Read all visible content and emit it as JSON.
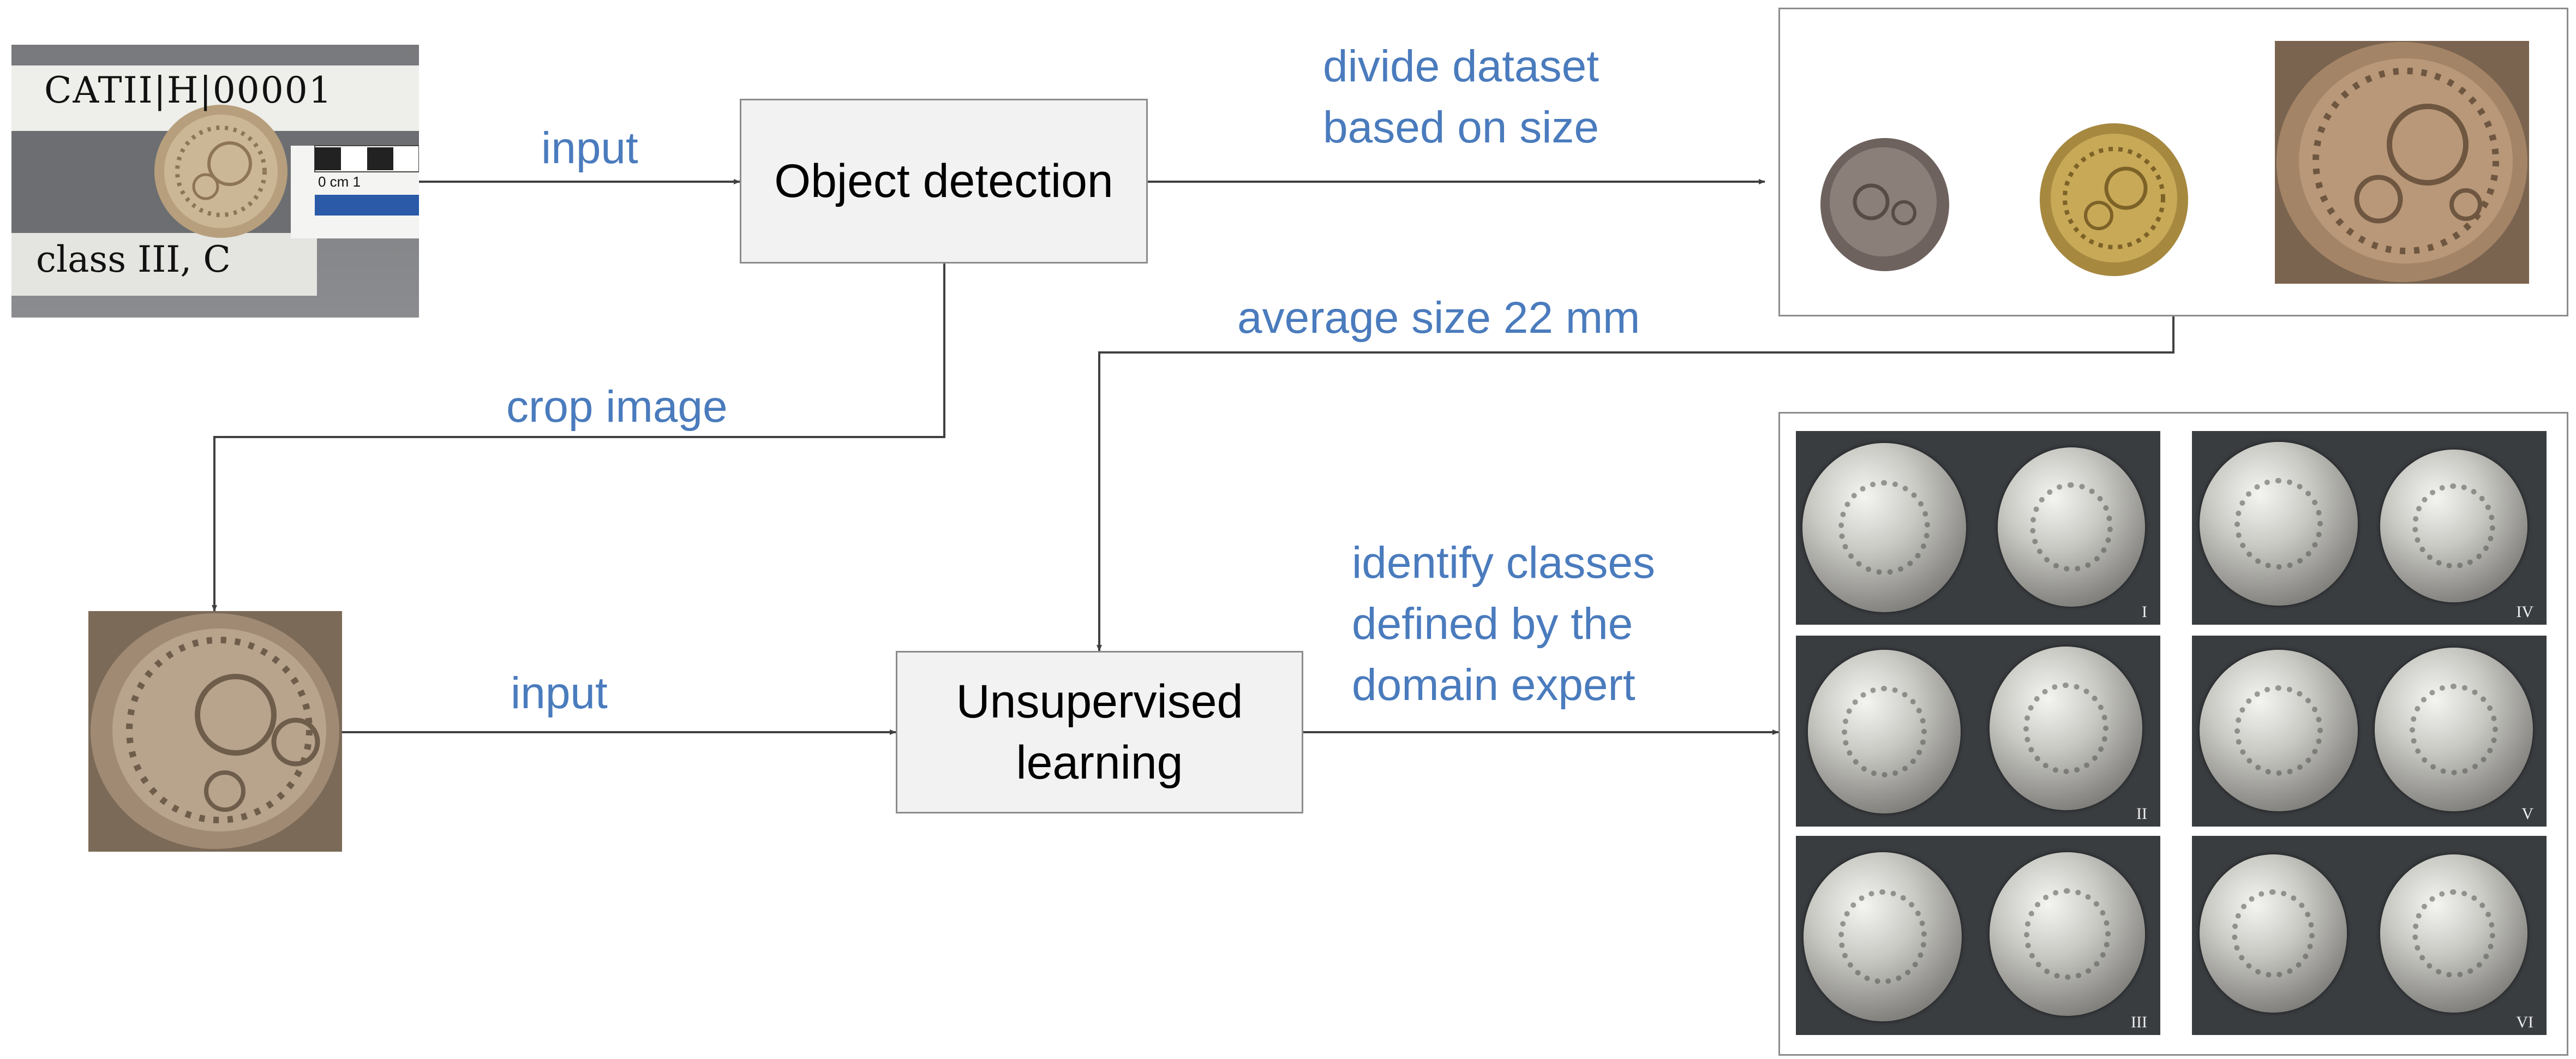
{
  "input_photo": {
    "label_top": "CATII|H|00001",
    "label_bottom": "class III, C",
    "scale_text": "0 cm 1"
  },
  "nodes": {
    "object_detection": {
      "label": "Object detection"
    },
    "unsupervised_learning": {
      "lines": [
        "Unsupervised",
        "learning"
      ]
    }
  },
  "edges": {
    "input_to_detection": "input",
    "detection_to_sizes": [
      "divide dataset",
      "based on size"
    ],
    "sizes_to_learning": "average size 22 mm",
    "detection_to_crop": "crop image",
    "crop_to_learning": "input",
    "learning_to_classes": [
      "identify classes",
      "defined by the",
      "domain expert"
    ]
  },
  "class_panels": [
    {
      "numeral": "I"
    },
    {
      "numeral": "IV"
    },
    {
      "numeral": "II"
    },
    {
      "numeral": "V"
    },
    {
      "numeral": "III"
    },
    {
      "numeral": "VI"
    }
  ],
  "colors": {
    "edge_label": "#4a7bbd",
    "box_fill": "#f2f2f2",
    "box_border": "#8c8c8c",
    "line": "#404040"
  }
}
